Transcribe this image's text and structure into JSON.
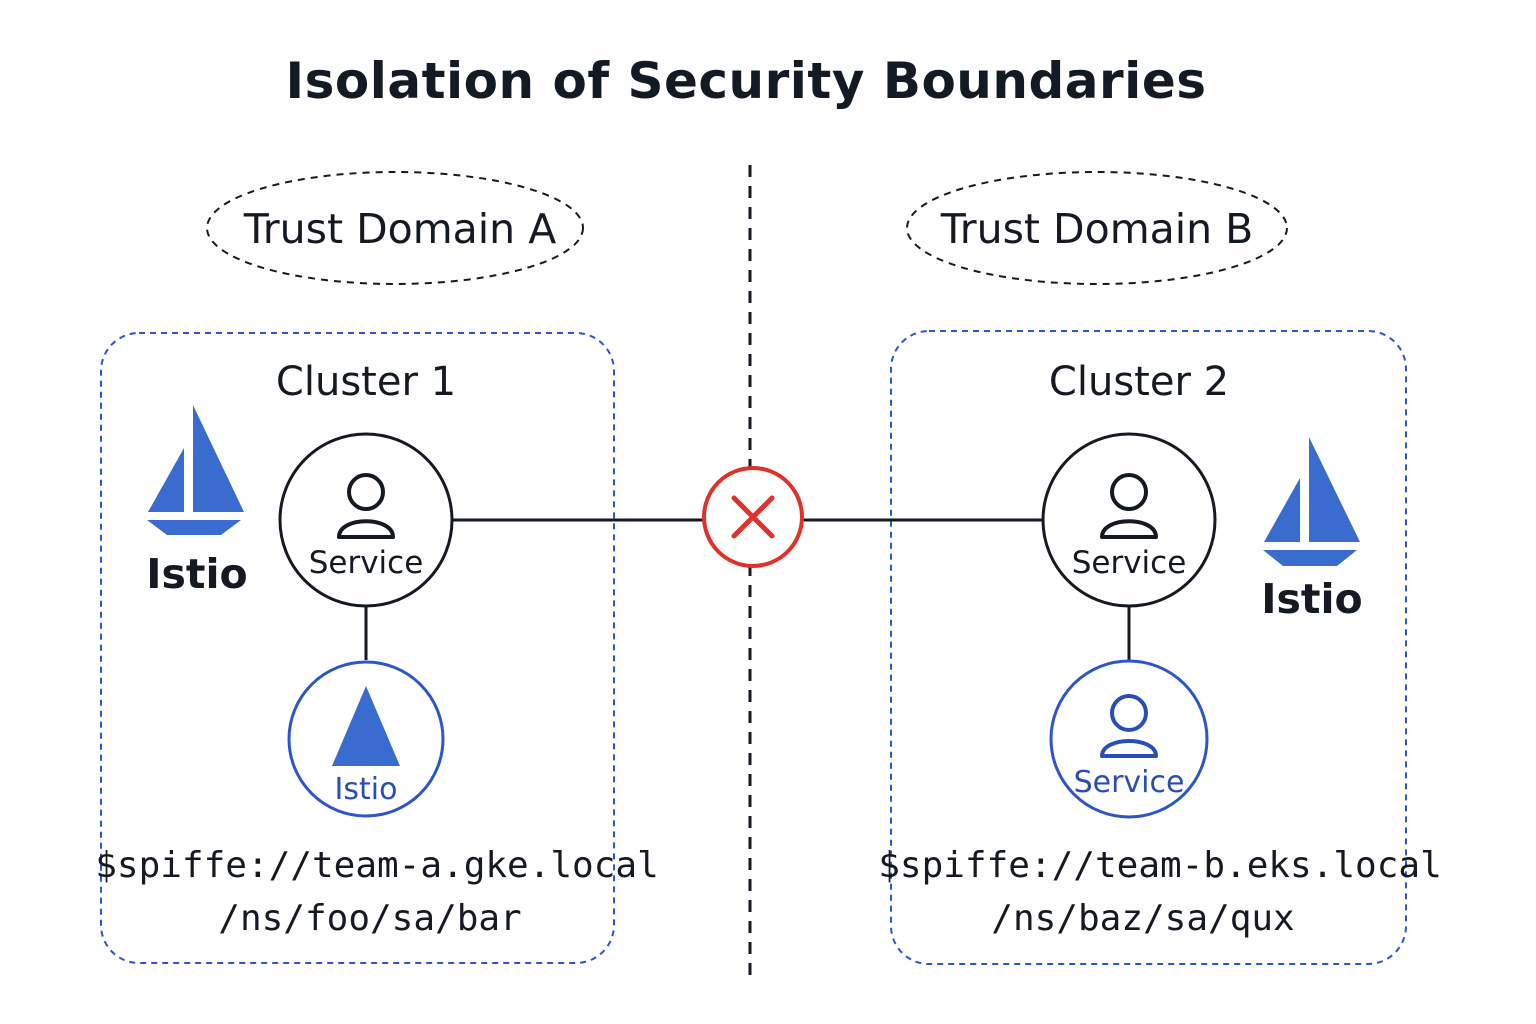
{
  "title": "Isolation of Security Boundaries",
  "colors": {
    "cluster_border": "#2f55c9",
    "istio_blue": "#3a6cd0",
    "deny_red": "#e0312b",
    "ink": "#151a22"
  },
  "left": {
    "trust_domain": "Trust Domain A",
    "cluster": "Cluster 1",
    "logo_label": "Istio",
    "service_label": "Service",
    "sidecar_label": "Istio",
    "spiffe_line1": "$spiffe://team-a.gke.local",
    "spiffe_line2": "/ns/foo/sa/bar"
  },
  "right": {
    "trust_domain": "Trust Domain B",
    "cluster": "Cluster 2",
    "logo_label": "Istio",
    "service_label": "Service",
    "sidecar_label": "Service",
    "spiffe_line1": "$spiffe://team-b.eks.local",
    "spiffe_line2": "/ns/baz/sa/qux"
  },
  "connection": {
    "status_icon": "x-icon",
    "blocked": true
  }
}
